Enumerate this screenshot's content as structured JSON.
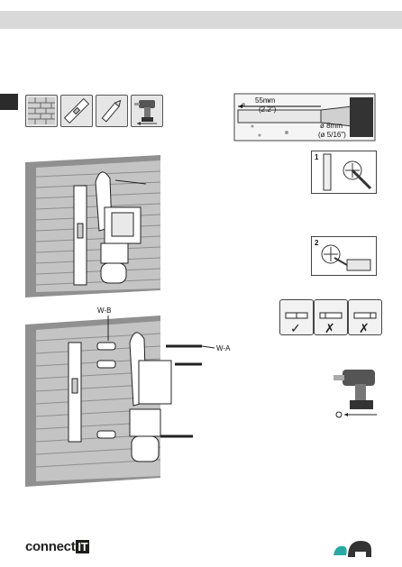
{
  "drill_diagram": {
    "depth_mm": "55mm",
    "depth_in": "(2.2\")",
    "bit_mm": "ø 8mm",
    "bit_in": "(ø 5/16\")"
  },
  "steps": {
    "step1": "1",
    "step2": "2"
  },
  "parts": {
    "wall_plug": "W-B",
    "screw": "W-A"
  },
  "level_checks": {
    "correct": "✓",
    "wrong_left": "✗",
    "wrong_right": "✗"
  },
  "brand": {
    "name": "connect",
    "suffix": "IT"
  },
  "icons": [
    "brick-wall-icon",
    "spirit-level-icon",
    "pencil-icon",
    "drill-icon",
    "elephant-logo-icon"
  ]
}
